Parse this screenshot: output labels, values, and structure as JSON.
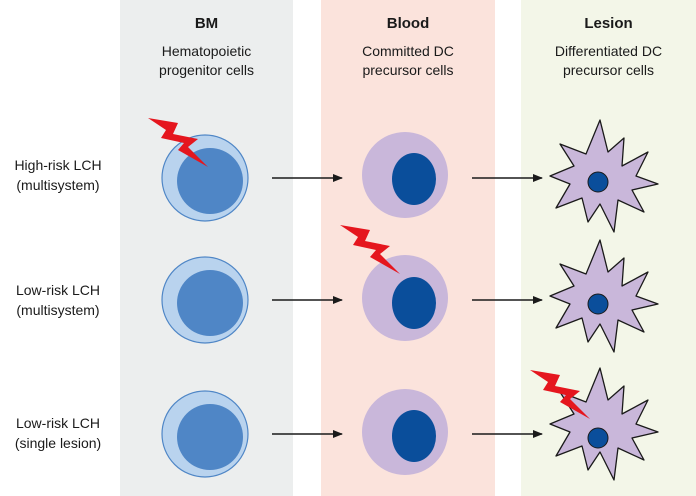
{
  "columns": [
    {
      "title": "BM",
      "subtitle_line1": "Hematopoietic",
      "subtitle_line2": "progenitor cells"
    },
    {
      "title": "Blood",
      "subtitle_line1": "Committed DC",
      "subtitle_line2": "precursor cells"
    },
    {
      "title": "Lesion",
      "subtitle_line1": "Differentiated DC",
      "subtitle_line2": "precursor cells"
    }
  ],
  "rows": [
    {
      "line1": "High-risk LCH",
      "line2": "(multisystem)"
    },
    {
      "line1": "Low-risk LCH",
      "line2": "(multisystem)"
    },
    {
      "line1": "Low-risk LCH",
      "line2": "(single lesion)"
    }
  ],
  "colors": {
    "bm_background": "#eceeee",
    "blood_background": "#fbe3dc",
    "lesion_background": "#f3f6e8",
    "progenitor_outer": "#b9d3ee",
    "progenitor_nucleus": "#4f86c6",
    "precursor_cytoplasm": "#c9b7da",
    "precursor_nucleus": "#0a4e9b",
    "lightning": "#e5161e"
  }
}
